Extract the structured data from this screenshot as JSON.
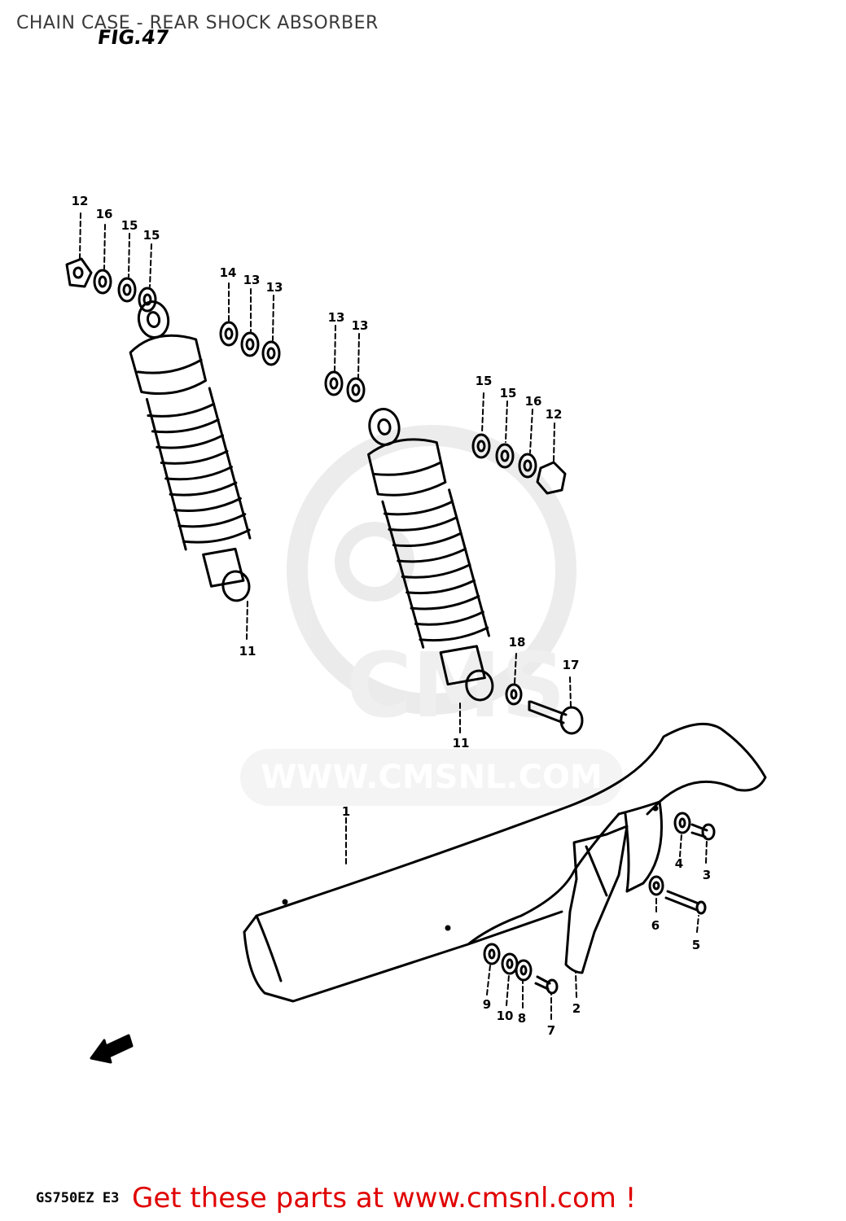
{
  "header": {
    "title": "CHAIN CASE - REAR SHOCK ABSORBER"
  },
  "figure": {
    "label": "FIG.47"
  },
  "watermark": {
    "brand": "CMS",
    "url": "WWW.CMSNL.COM"
  },
  "callouts": [
    "1",
    "2",
    "3",
    "4",
    "5",
    "6",
    "7",
    "8",
    "9",
    "10",
    "11",
    "11",
    "12",
    "12",
    "13",
    "13",
    "13",
    "13",
    "14",
    "15",
    "15",
    "15",
    "15",
    "16",
    "16",
    "17",
    "18"
  ],
  "footer": {
    "model_code": "GS750EZ E3",
    "cta": "Get these parts at www.cmsnl.com !"
  },
  "colors": {
    "cta": "#e00000",
    "line": "#000000",
    "watermark": "#e6e6e6"
  }
}
